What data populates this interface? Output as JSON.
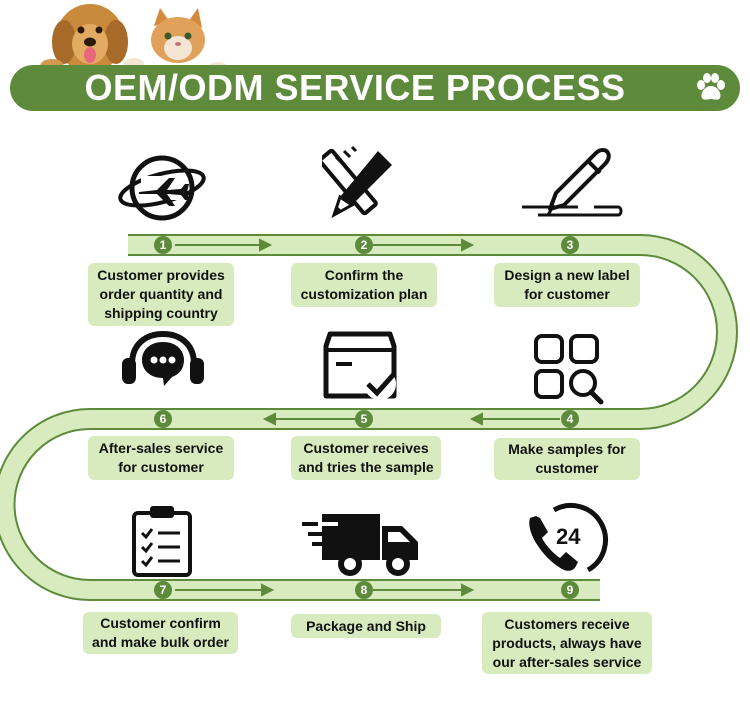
{
  "header": {
    "title": "OEM/ODM SERVICE PROCESS"
  },
  "colors": {
    "banner": "#5e8a3c",
    "track": "#d7ebbf",
    "arrow": "#5e8a3c",
    "label_bg": "#d7ebbf"
  },
  "steps": [
    {
      "number": "1",
      "label": "Customer provides order quantity and shipping country",
      "icon": "globe-plane-icon"
    },
    {
      "number": "2",
      "label": "Confirm the customization plan",
      "icon": "pencil-ruler-icon"
    },
    {
      "number": "3",
      "label": "Design a new label for customer",
      "icon": "pen-signature-icon"
    },
    {
      "number": "4",
      "label": "Make samples for customer",
      "icon": "grid-search-icon"
    },
    {
      "number": "5",
      "label": "Customer receives and tries the sample",
      "icon": "box-check-icon"
    },
    {
      "number": "6",
      "label": "After-sales service for customer",
      "icon": "headset-chat-icon"
    },
    {
      "number": "7",
      "label": "Customer confirm and make bulk order",
      "icon": "clipboard-checklist-icon"
    },
    {
      "number": "8",
      "label": "Package and Ship",
      "icon": "delivery-truck-icon"
    },
    {
      "number": "9",
      "label": "Customers receive products, always have our after-sales service",
      "icon": "phone-24h-icon"
    }
  ]
}
